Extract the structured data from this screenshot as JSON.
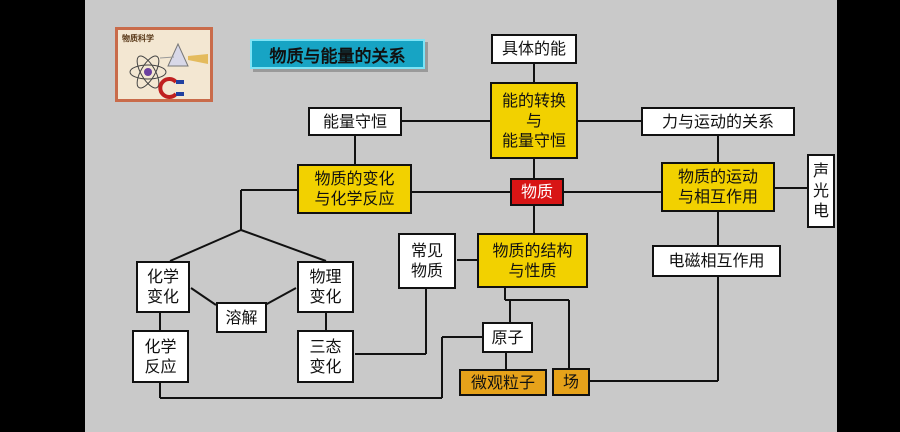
{
  "title": "物质与能量的关系",
  "logo": {
    "text": "物质科学"
  },
  "nodes": {
    "specific_energy": "具体的能",
    "energy_conversion": "能的转换\n与\n能量守恒",
    "energy_conservation": "能量守恒",
    "force_motion": "力与运动的关系",
    "matter_change": "物质的变化\n与化学反应",
    "matter": "物质",
    "matter_motion": "物质的运动\n与相互作用",
    "sound_light_electric": "声\n光\n电",
    "chemical_change": "化学\n变化",
    "physical_change": "物理\n变化",
    "dissolution": "溶解",
    "chemical_reaction": "化学\n反应",
    "state_change": "三态\n变化",
    "common_matter": "常见\n物质",
    "structure_property": "物质的结构\n与性质",
    "electromagnetic": "电磁相互作用",
    "atom": "原子",
    "micro_particle": "微观粒子",
    "field": "场"
  },
  "colors": {
    "slide_bg": "#c9c9c9",
    "title_bg": "#17a4c4",
    "yellow_node": "#f2d100",
    "orange_node": "#e6a21a",
    "red_node": "#d81515"
  }
}
